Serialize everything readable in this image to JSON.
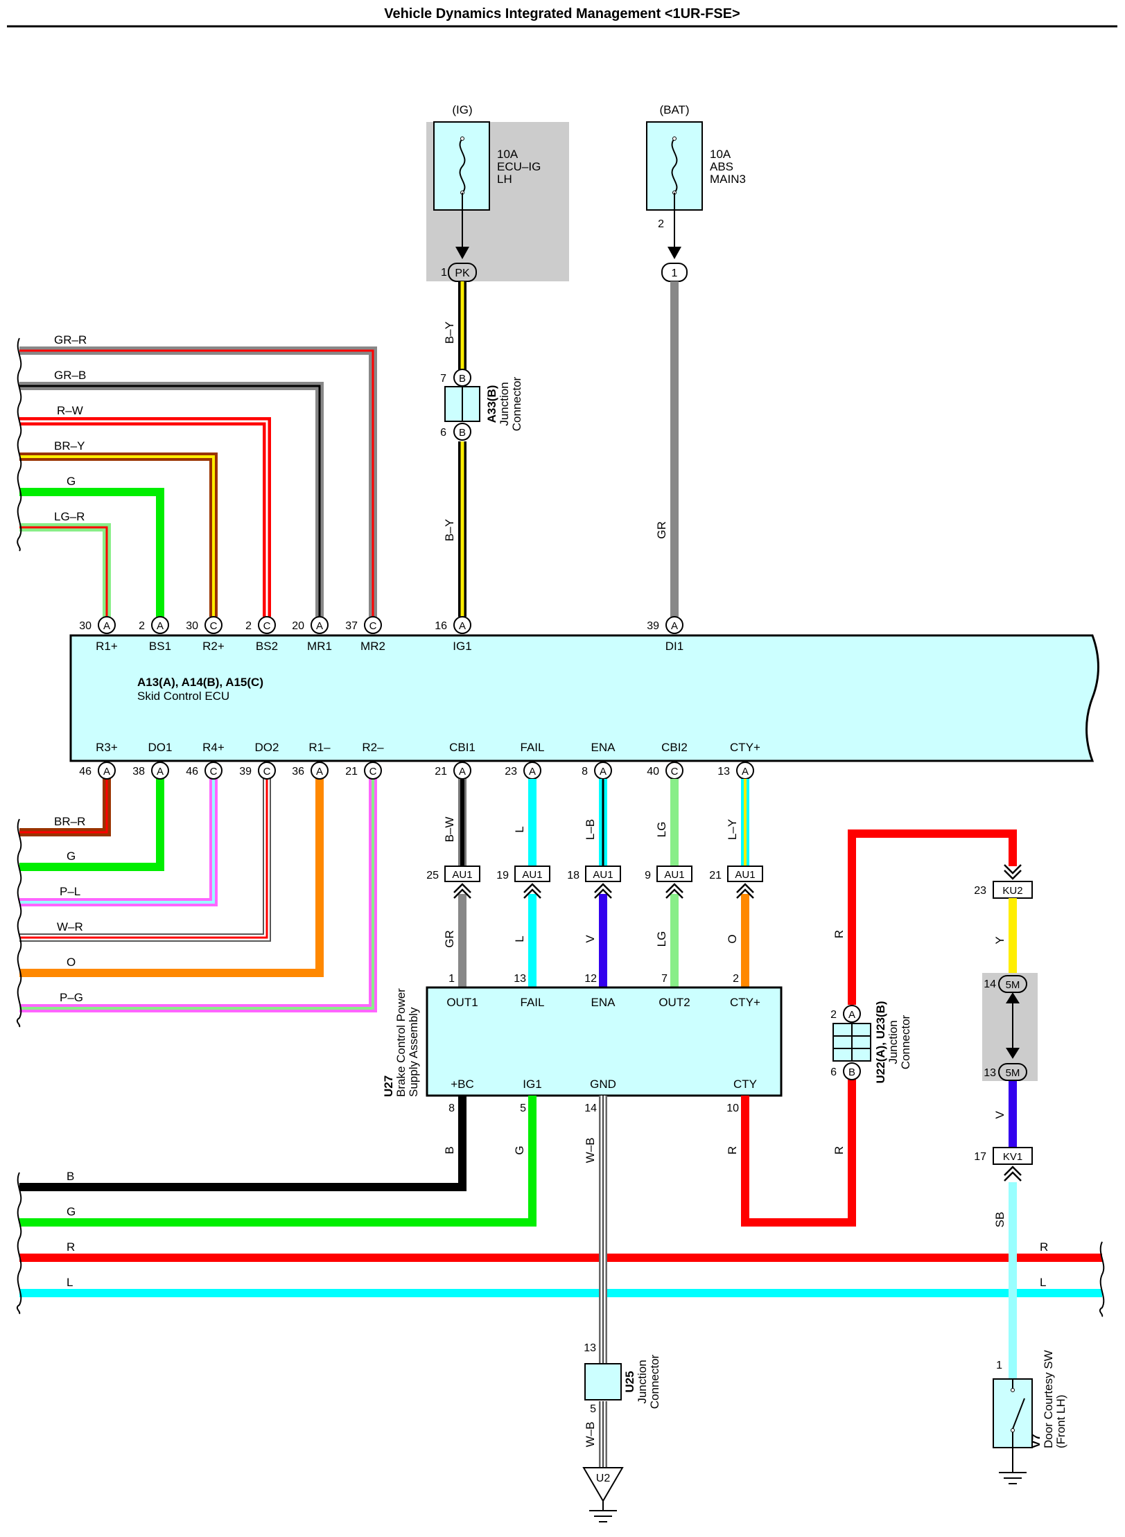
{
  "title": "Vehicle Dynamics Integrated Management <1UR-FSE>",
  "fuses": [
    {
      "source": "(IG)",
      "rating": "10A",
      "name_lines": [
        "ECU–IG",
        "LH"
      ],
      "pin": "1",
      "connector": "PK"
    },
    {
      "source": "(BAT)",
      "rating": "10A",
      "name_lines": [
        "ABS",
        "MAIN3"
      ],
      "pin": "2",
      "connector": "1"
    }
  ],
  "ecu": {
    "code": "A13(A), A14(B), A15(C)",
    "name": "Skid Control ECU",
    "top_pins": [
      {
        "num": "30",
        "conn": "A",
        "name": "R1+"
      },
      {
        "num": "2",
        "conn": "A",
        "name": "BS1"
      },
      {
        "num": "30",
        "conn": "C",
        "name": "R2+"
      },
      {
        "num": "2",
        "conn": "C",
        "name": "BS2"
      },
      {
        "num": "20",
        "conn": "A",
        "name": "MR1"
      },
      {
        "num": "37",
        "conn": "C",
        "name": "MR2"
      },
      {
        "num": "16",
        "conn": "A",
        "name": "IG1"
      },
      {
        "num": "39",
        "conn": "A",
        "name": "DI1"
      }
    ],
    "bottom_pins": [
      {
        "num": "46",
        "conn": "A",
        "name": "R3+"
      },
      {
        "num": "38",
        "conn": "A",
        "name": "DO1"
      },
      {
        "num": "46",
        "conn": "C",
        "name": "R4+"
      },
      {
        "num": "39",
        "conn": "C",
        "name": "DO2"
      },
      {
        "num": "36",
        "conn": "A",
        "name": "R1–"
      },
      {
        "num": "21",
        "conn": "C",
        "name": "R2–"
      },
      {
        "num": "21",
        "conn": "A",
        "name": "CBI1"
      },
      {
        "num": "23",
        "conn": "A",
        "name": "FAIL"
      },
      {
        "num": "8",
        "conn": "A",
        "name": "ENA"
      },
      {
        "num": "40",
        "conn": "C",
        "name": "CBI2"
      },
      {
        "num": "13",
        "conn": "A",
        "name": "CTY+"
      }
    ]
  },
  "left_wires_top": [
    "GR–R",
    "GR–B",
    "R–W",
    "BR–Y",
    "G",
    "LG–R"
  ],
  "left_wires_bottom": [
    "BR–R",
    "G",
    "P–L",
    "W–R",
    "O",
    "P–G"
  ],
  "left_wires_power": [
    "B",
    "G",
    "R",
    "L"
  ],
  "right_wires_power": [
    "R",
    "L"
  ],
  "junction_a33": {
    "code": "A33(B)",
    "name_lines": [
      "Junction",
      "Connector"
    ],
    "pin_top": "7",
    "pin_bottom": "6",
    "conn": "B"
  },
  "ig_wire_labels": [
    "B–Y",
    "B–Y"
  ],
  "di_wire_label": "GR",
  "au1": {
    "connector": "AU1",
    "pins": [
      "25",
      "19",
      "18",
      "9",
      "21"
    ],
    "upper_labels": [
      "B–W",
      "L",
      "L–B",
      "LG",
      "L–Y"
    ],
    "lower_labels": [
      "GR",
      "L",
      "V",
      "LG",
      "O"
    ]
  },
  "u27": {
    "code": "U27",
    "name_lines": [
      "Brake Control Power",
      "Supply Assembly"
    ],
    "top_pins": [
      {
        "num": "1",
        "name": "OUT1"
      },
      {
        "num": "13",
        "name": "FAIL"
      },
      {
        "num": "12",
        "name": "ENA"
      },
      {
        "num": "7",
        "name": "OUT2"
      },
      {
        "num": "2",
        "name": "CTY+"
      }
    ],
    "bottom_pins": [
      {
        "num": "8",
        "name": "+BC",
        "wire": "B"
      },
      {
        "num": "5",
        "name": "IG1",
        "wire": "G"
      },
      {
        "num": "14",
        "name": "GND",
        "wire": "W–B"
      },
      {
        "num": "10",
        "name": "CTY",
        "wire": "R"
      }
    ]
  },
  "junction_u22": {
    "code": "U22(A), U23(B)",
    "name_lines": [
      "Junction",
      "Connector"
    ],
    "pin_top": "2",
    "conn_top": "A",
    "pin_bottom": "6",
    "conn_bottom": "B",
    "wire_labels": [
      "R",
      "R"
    ]
  },
  "ku2": {
    "pin": "23",
    "connector": "KU2",
    "wire": "Y"
  },
  "fivem": {
    "connector": "5M",
    "pin_top": "14",
    "pin_bottom": "13",
    "wire": "V"
  },
  "kv1": {
    "pin": "17",
    "connector": "KV1",
    "wire": "SB"
  },
  "junction_u25": {
    "code": "U25",
    "name_lines": [
      "Junction",
      "Connector"
    ],
    "pin_top": "13",
    "pin_bottom": "5",
    "wire": "W–B"
  },
  "ground": {
    "label": "U2"
  },
  "v7": {
    "code": "V7",
    "name_lines": [
      "Door Courtesy SW",
      "(Front LH)"
    ],
    "pin": "1"
  },
  "colors": {
    "ecu_fill": "#ccffff",
    "fuse_shade": "#cccccc",
    "red": "#ff0000",
    "green": "#00ee00",
    "light_green": "#88ee88",
    "gray": "#888888",
    "black": "#000000",
    "cyan": "#00ffff",
    "light_blue": "#99ffff",
    "violet": "#3300ee",
    "orange": "#ff8800",
    "yellow": "#ffee00",
    "brown": "#993300",
    "pink": "#ff66ff"
  }
}
